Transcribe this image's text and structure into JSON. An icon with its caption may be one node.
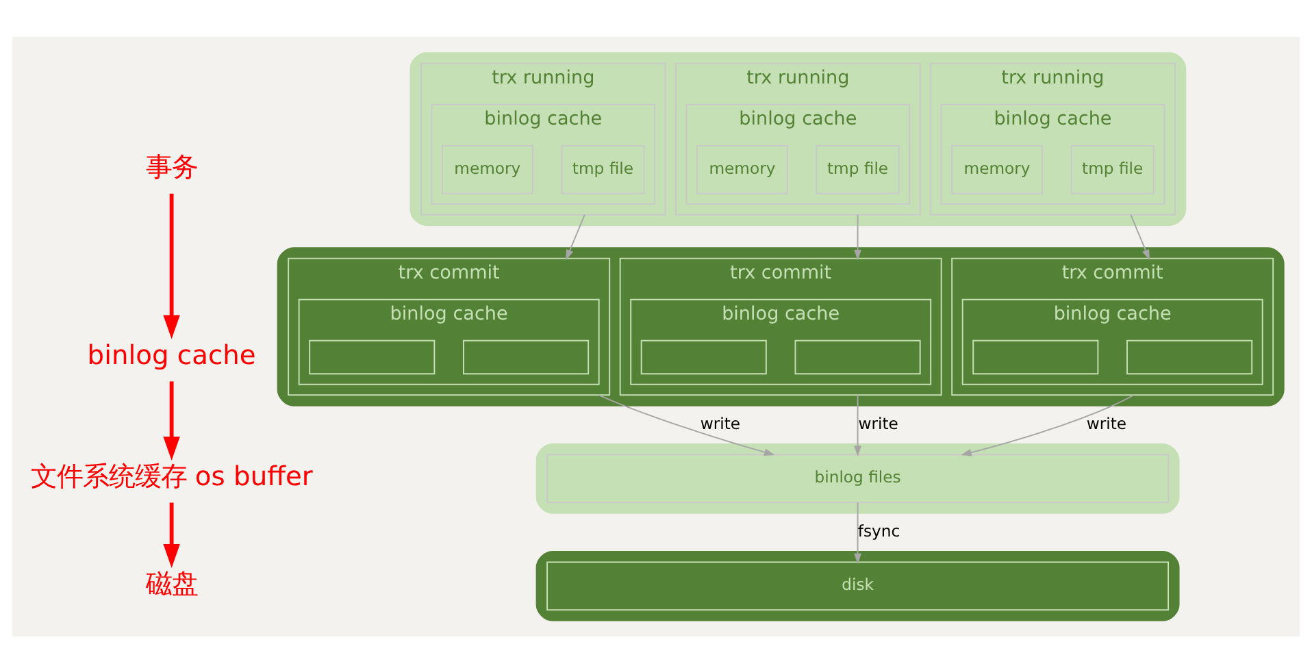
{
  "diagram": {
    "nodes": [
      {
        "text": [
          "事务"
        ]
      },
      {
        "text": [
          "binlog cache"
        ]
      },
      {
        "text": [
          "文件系统缓存 os buffer"
        ]
      },
      {
        "text": [
          "磁盘"
        ]
      },
      {
        "text": [],
        "shape": "box"
      },
      {
        "text": [
          "trx running"
        ],
        "in": 4
      },
      {
        "text": [
          "binlog cache"
        ],
        "in": 5
      },
      {
        "text": [
          "memory"
        ],
        "in": 6
      },
      {
        "text": [
          "tmp file"
        ],
        "in": 6
      },
      {
        "text": [
          "trx running"
        ],
        "in": 4
      },
      {
        "text": [
          "binlog cache"
        ],
        "in": 9
      },
      {
        "text": [
          "memory"
        ],
        "in": 10
      },
      {
        "text": [
          "tmp file"
        ],
        "in": 10
      },
      {
        "text": [
          "trx running"
        ],
        "in": 4
      },
      {
        "text": [
          "binlog cache"
        ],
        "in": 13
      },
      {
        "text": [
          "memory"
        ],
        "in": 14
      },
      {
        "text": [
          "tmp file"
        ],
        "in": 14
      },
      {
        "text": [],
        "shape": "box"
      },
      {
        "text": [
          "trx commit"
        ],
        "in": 17
      },
      {
        "text": [
          "binlog cache"
        ],
        "in": 18
      },
      {
        "text": [],
        "shape": "box",
        "in": 19
      },
      {
        "text": [],
        "shape": "box",
        "in": 19
      },
      {
        "text": [
          "trx commit"
        ],
        "in": 17
      },
      {
        "text": [
          "binlog cache"
        ],
        "in": 22
      },
      {
        "text": [],
        "shape": "box",
        "in": 23
      },
      {
        "text": [],
        "shape": "box",
        "in": 23
      },
      {
        "text": [
          "trx commit"
        ],
        "in": 17
      },
      {
        "text": [
          "binlog cache"
        ],
        "in": 26
      },
      {
        "text": [],
        "shape": "box",
        "in": 27
      },
      {
        "text": [],
        "shape": "box",
        "in": 27
      },
      {
        "text": [],
        "shape": "box"
      },
      {
        "text": [
          "binlog files"
        ],
        "in": 30
      },
      {
        "text": [],
        "shape": "box"
      },
      {
        "text": [
          "disk"
        ],
        "in": 32
      }
    ],
    "edges": [
      {
        "from": 0,
        "to": 1,
        "arrow": "to",
        "style": "thick",
        "color": "#ff0000"
      },
      {
        "from": 1,
        "to": 2,
        "arrow": "to",
        "style": "thick",
        "color": "#ff0000"
      },
      {
        "from": 2,
        "to": 3,
        "arrow": "to",
        "style": "thick",
        "color": "#ff0000"
      },
      {
        "from": 5,
        "to": 18,
        "arrow": "to"
      },
      {
        "from": 9,
        "to": 22,
        "arrow": "to"
      },
      {
        "from": 13,
        "to": 26,
        "arrow": "to"
      },
      {
        "from": 18,
        "to": 31,
        "arrow": "to",
        "label": "write"
      },
      {
        "from": 22,
        "to": 31,
        "arrow": "to",
        "label": "write"
      },
      {
        "from": 26,
        "to": 31,
        "arrow": "to",
        "label": "write"
      },
      {
        "from": 31,
        "to": 33,
        "arrow": "to",
        "label": "fsync"
      }
    ]
  }
}
